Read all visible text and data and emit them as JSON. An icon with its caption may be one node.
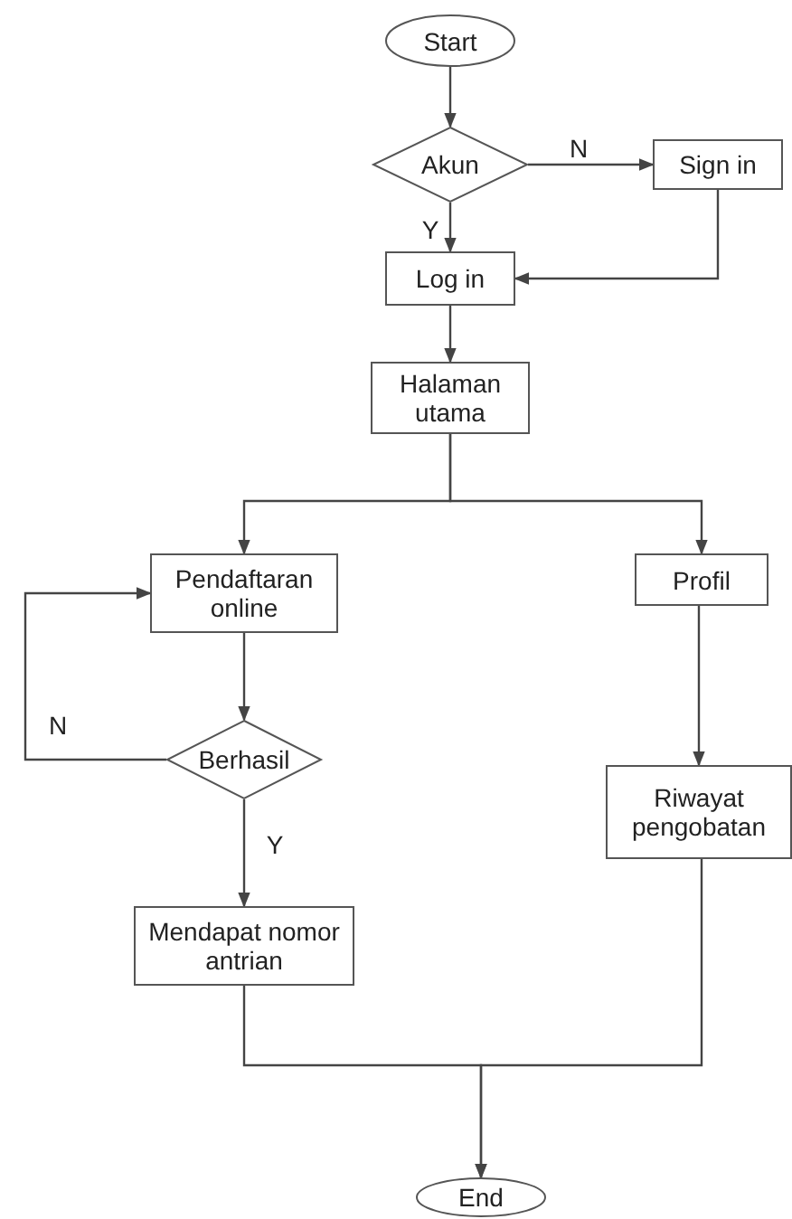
{
  "diagram": {
    "nodes": [
      {
        "text": [
          "Start"
        ]
      },
      {
        "text": [
          "Akun"
        ]
      },
      {
        "text": [
          "Sign in"
        ]
      },
      {
        "text": [
          "Log in"
        ]
      },
      {
        "text": [
          "Halaman utama"
        ]
      },
      {
        "text": [
          "Pendaftaran online"
        ]
      },
      {
        "text": [
          "Profil"
        ]
      },
      {
        "text": [
          "Berhasil"
        ]
      },
      {
        "text": [
          "Riwayat pengobatan"
        ]
      },
      {
        "text": [
          "Mendapat nomor antrian"
        ]
      },
      {
        "text": [
          "End"
        ]
      }
    ],
    "edges": [
      {
        "from": 0,
        "to": 1,
        "arrow": "to"
      },
      {
        "from": 1,
        "to": 2,
        "arrow": "to",
        "label": "N"
      },
      {
        "from": 1,
        "to": 3,
        "arrow": "to",
        "label": "Y"
      },
      {
        "from": 2,
        "to": 3,
        "arrow": "to"
      },
      {
        "from": 3,
        "to": 4,
        "arrow": "to"
      },
      {
        "from": 4,
        "to": 5,
        "arrow": "to"
      },
      {
        "from": 4,
        "to": 6,
        "arrow": "to"
      },
      {
        "from": 5,
        "to": 7,
        "arrow": "to"
      },
      {
        "from": 7,
        "to": 5,
        "arrow": "to",
        "label": "N"
      },
      {
        "from": 7,
        "to": 9,
        "arrow": "to",
        "label": "Y"
      },
      {
        "from": 6,
        "to": 8,
        "arrow": "to"
      },
      {
        "from": 9,
        "to": 10,
        "arrow": "to"
      },
      {
        "from": 8,
        "to": 10,
        "arrow": "to"
      }
    ]
  }
}
